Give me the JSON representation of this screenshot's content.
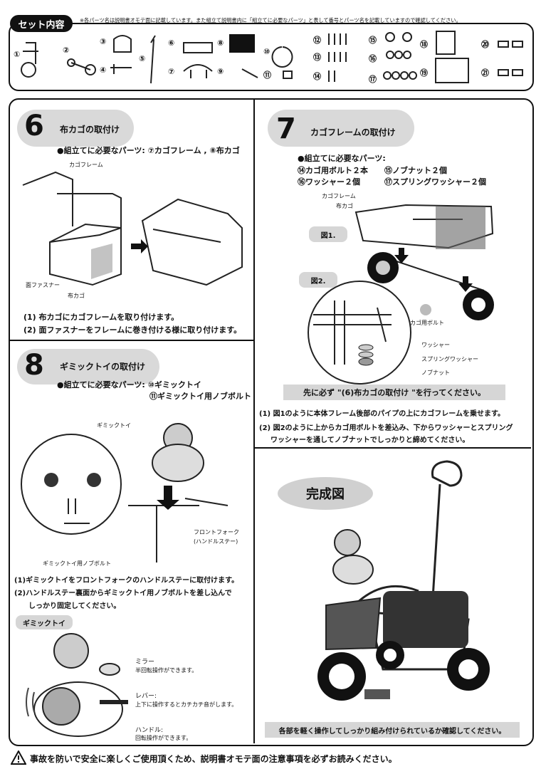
{
  "parts_header": {
    "title": "セット内容",
    "note": "※各パーツ名は説明書オモテ面に記載しています。また組立て説明書内に「組立てに必要なパーツ」と表して番号とパーツ名を記載していますので確認してください。",
    "numbers": [
      "①",
      "②",
      "③",
      "④",
      "⑤",
      "⑥",
      "⑦",
      "⑧",
      "⑨",
      "⑩",
      "⑪",
      "⑫",
      "⑬",
      "⑭",
      "⑮",
      "⑯",
      "⑰",
      "⑱",
      "⑲",
      "⑳",
      "㉑"
    ]
  },
  "step6": {
    "number": "6",
    "title": "布カゴの取付け",
    "parts_needed": "●組立てに必要なパーツ: ⑦カゴフレーム , ⑧布カゴ",
    "labels": {
      "frame": "カゴフレーム",
      "fastener": "面ファスナー",
      "basket": "布カゴ"
    },
    "instructions": [
      "(1) 布カゴにカゴフレームを取り付けます。",
      "(2) 面ファスナーをフレームに巻き付ける様に取り付けます。"
    ]
  },
  "step7": {
    "number": "7",
    "title": "カゴフレームの取付け",
    "parts_needed_label": "●組立てに必要なパーツ:",
    "parts": [
      "⑭カゴ用ボルト２本",
      "⑮ノブナット２個",
      "⑯ワッシャー２個",
      "⑰スプリングワッシャー２個"
    ],
    "labels": {
      "frame": "カゴフレーム",
      "basket": "布カゴ",
      "fig1": "図1.",
      "fig2": "図2.",
      "bolt": "カゴ用ボルト",
      "washer": "ワッシャー",
      "spring_washer": "スプリングワッシャー",
      "knob_nut": "ノブナット"
    },
    "notice": "先に必ず \"(6)布カゴの取付け \"を行ってください。",
    "instructions": [
      "(1) 図1のように本体フレーム後部のパイプの上にカゴフレームを乗せます。",
      "(2) 図2のように上からカゴ用ボルトを差込み、下からワッシャーとスプリング",
      "ワッシャーを通してノブナットでしっかりと締めてください。"
    ]
  },
  "step8": {
    "number": "8",
    "title": "ギミックトイの取付け",
    "parts_needed": "●組立てに必要なパーツ: ⑩ギミックトイ",
    "parts_needed_2": "⑪ギミックトイ用ノブボルト",
    "labels": {
      "gimmick": "ギミックトイ",
      "front_fork": "フロントフォーク",
      "handle_stay": "(ハンドルステー)",
      "knob_bolt": "ギミックトイ用ノブボルト"
    },
    "instructions": [
      "(1)ギミックトイをフロントフォークのハンドルステーに取付けます。",
      "(2)ハンドルステー裏面からギミックトイ用ノブボルトを差し込んで",
      "しっかり固定してください。"
    ],
    "gimmick_tag": "ギミックトイ",
    "features": [
      {
        "name": "ミラー",
        "desc": "半回転操作ができます。"
      },
      {
        "name": "レバー:",
        "desc": "上下に操作するとカチカチ音がします。"
      },
      {
        "name": "ハンドル:",
        "desc": "回転操作ができます。"
      }
    ]
  },
  "complete": {
    "title": "完成図",
    "check": "各部を軽く操作してしっかり組み付けられているか確認してください。"
  },
  "footer": {
    "warning": "事故を防いで安全に楽しくご使用頂くため、説明書オモテ面の注意事項を必ずお読みください。"
  }
}
